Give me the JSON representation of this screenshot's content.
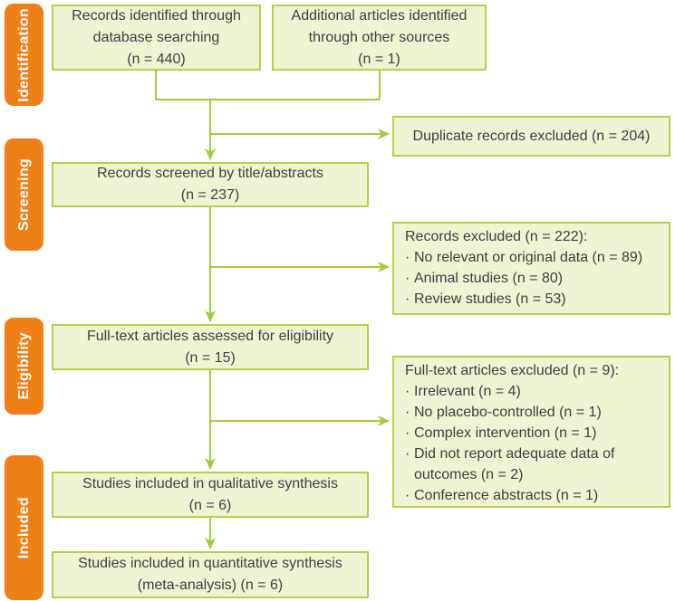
{
  "palette": {
    "orange": "#ef8018",
    "box_fill": "#eef4d1",
    "box_border": "#b5cf4b",
    "line": "#a6ca3d",
    "text": "#3a4245",
    "stage_text": "#ffffff"
  },
  "stages": {
    "identification": "Identification",
    "screening": "Screening",
    "eligibility": "Eligibility",
    "included": "Included"
  },
  "boxes": {
    "database": "Records identified through\ndatabase searching\n(n = 440)",
    "other_sources": "Additional articles identified\nthrough other sources\n(n = 1)",
    "duplicates": "Duplicate records excluded (n = 204)",
    "screened": "Records screened by title/abstracts\n(n = 237)",
    "records_excluded": {
      "title": "Records excluded (n = 222):",
      "items": [
        "No relevant or original data (n = 89)",
        "Animal studies (n = 80)",
        "Review studies (n = 53)"
      ]
    },
    "fulltext": "Full-text articles assessed for eligibility\n(n = 15)",
    "fulltext_excluded": {
      "title": "Full-text articles excluded (n = 9):",
      "items": [
        "Irrelevant (n = 4)",
        "No placebo-controlled (n = 1)",
        "Complex intervention (n = 1)",
        "Did not report adequate data of outcomes (n = 2)",
        "Conference abstracts (n = 1)"
      ]
    },
    "qualitative": "Studies included in qualitative synthesis\n(n = 6)",
    "quantitative": "Studies included in quantitative synthesis\n(meta-analysis) (n = 6)"
  }
}
